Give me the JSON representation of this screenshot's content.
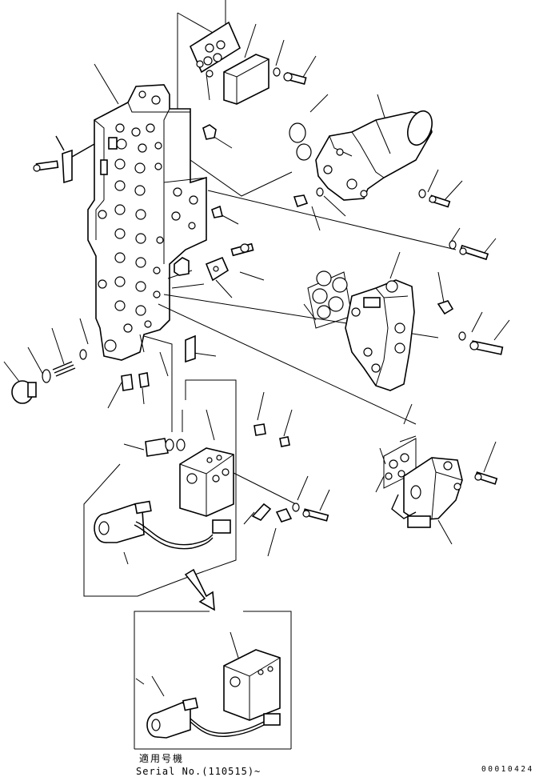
{
  "applicability": {
    "japanese_label": "適用号機",
    "serial_label": "Serial No.(110515)~"
  },
  "drawing_code": "00010424",
  "colors": {
    "ink": "#000000",
    "paper": "#ffffff"
  }
}
